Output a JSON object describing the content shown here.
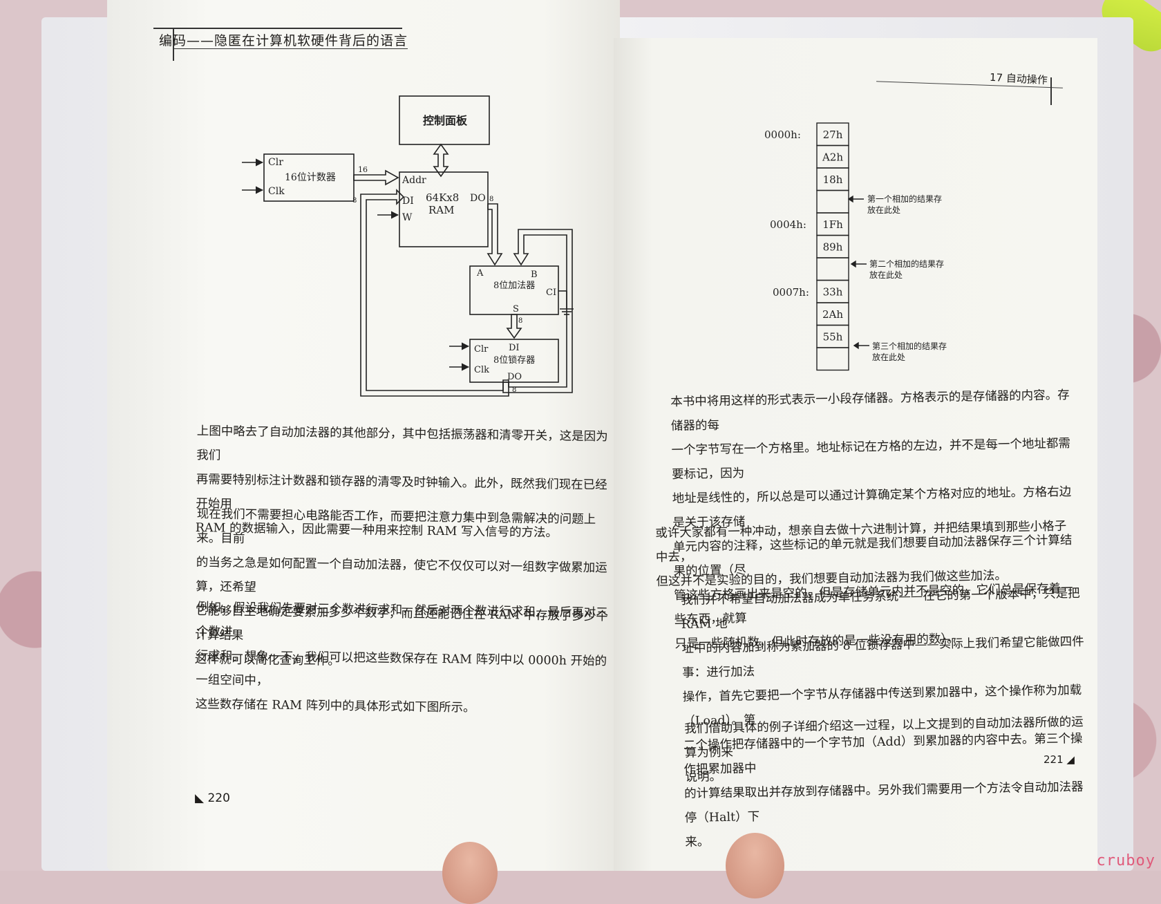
{
  "left_page": {
    "running_head": "编码——隐匿在计算机软硬件背后的语言",
    "page_number": "220",
    "paragraphs": [
      "上图中略去了自动加法器的其他部分，其中包括振荡器和清零开关，这是因为我们\n再需要特别标注计数器和锁存器的清零及时钟输入。此外，既然我们现在已经开始用\nRAM 的数据输入，因此需要一种用来控制 RAM 写入信号的方法。",
      "现在我们不需要担心电路能否工作，而要把注意力集中到急需解决的问题上来。目前\n的当务之急是如何配置一个自动加法器，使它不仅仅可以对一组数字做累加运算，还希望\n它能够自主地确定要累加多少个数字，而且还能记住在 RAM 中存放了多少个计算结果\n这样就可以简化查询工作。",
      "例如，假设我们先要对三个数进行求和，然后对两个数进行求和，最后再对三个数进\n行求和。想象一下，我们可以把这些数保存在 RAM 阵列中以 0000h 开始的一组空间中，\n这些数存储在 RAM 阵列中的具体形式如下图所示。"
    ]
  },
  "right_page": {
    "running_head": "17  自动操作",
    "page_number": "221",
    "paragraphs": [
      "本书中将用这样的形式表示一小段存储器。方格表示的是存储器的内容。存储器的每\n一个字节写在一个方格里。地址标记在方格的左边，并不是每一个地址都需要标记，因为\n地址是线性的，所以总是可以通过计算确定某个方格对应的地址。方格右边是关于该存储\n单元内容的注释，这些标记的单元就是我们想要自动加法器保存三个计算结果的位置（尽\n管这些方格画出来是空的，但是存储单元内并不是空的，它们总是保存着一些东西，就算\n只是一些随机数，但此时存放的是一些没有用的数）。",
      "或许大家都有一种冲动，想亲自去做十六进制计算，并把结果填到那些小格子中去，\n但这并不是实验的目的，我们想要自动加法器为我们做这些加法。",
      "我们并不希望自动加法器成为单任务系统——在它的第一个版本中，只是把 RAM 地\n址中的内容加到称为累加器的 8 位锁存器中——实际上我们希望它能做四件事：进行加法\n操作，首先它要把一个字节从存储器中传送到累加器中，这个操作称为加载（Load）。第\n二个操作把存储器中的一个字节加（Add）到累加器的内容中去。第三个操作把累加器中\n的计算结果取出并存放到存储器中。另外我们需要用一个方法令自动加法器停（Halt）下\n来。",
      "我们借助具体的例子详细介绍这一过程，以上文提到的自动加法器所做的运算为例来\n说明。"
    ]
  },
  "circuit_diagram": {
    "control_panel": "控制面板",
    "counter": "16位计数器",
    "counter_clr": "Clr",
    "counter_clk": "Clk",
    "counter_bus": "16",
    "ram_title": "64Kx8",
    "ram_sub": "RAM",
    "ram_addr": "Addr",
    "ram_di": "DI",
    "ram_w": "W",
    "ram_do": "DO",
    "bus_8": "8",
    "adder": "8位加法器",
    "adder_a": "A",
    "adder_b": "B",
    "adder_ci": "CI",
    "adder_s": "S",
    "latch": "8位锁存器",
    "latch_clr": "Clr",
    "latch_clk": "Clk",
    "latch_di": "DI",
    "latch_do": "DO"
  },
  "memory_diagram": {
    "addresses": [
      "0000h:",
      "0004h:",
      "0007h:"
    ],
    "cells": [
      "27h",
      "A2h",
      "18h",
      "",
      "1Fh",
      "89h",
      "",
      "33h",
      "2Ah",
      "55h",
      ""
    ],
    "notes": [
      "第一个相加的结果存\n放在此处",
      "第二个相加的结果存\n放在此处",
      "第三个相加的结果存\n放在此处"
    ]
  },
  "watermark": "cruboy"
}
